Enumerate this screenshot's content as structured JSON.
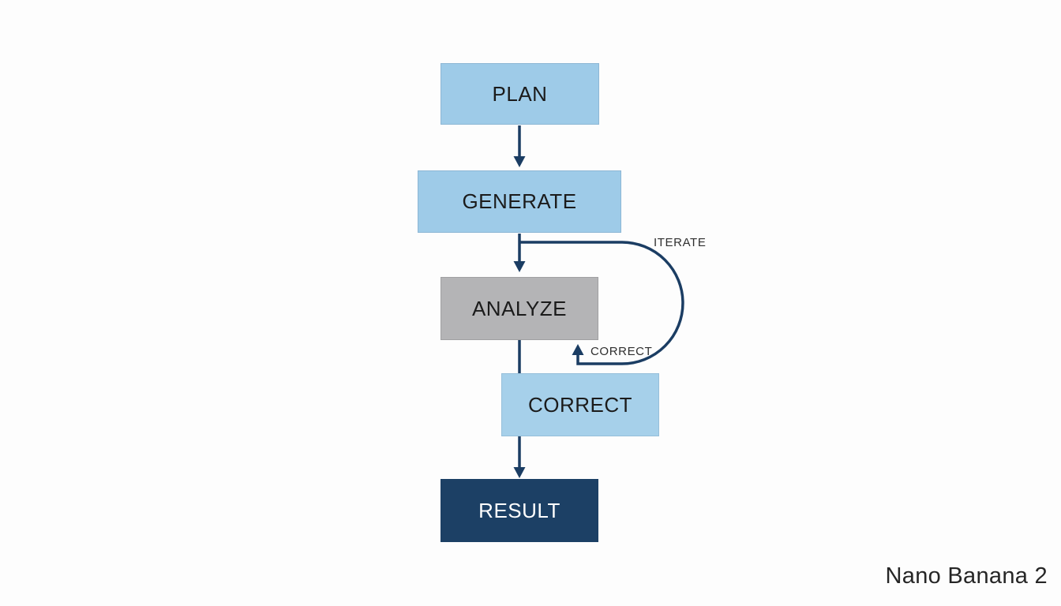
{
  "diagram": {
    "nodes": {
      "plan": {
        "label": "PLAN"
      },
      "generate": {
        "label": "GENERATE"
      },
      "analyze": {
        "label": "ANALYZE"
      },
      "correct": {
        "label": "CORRECT"
      },
      "result": {
        "label": "RESULT"
      }
    },
    "edge_labels": {
      "iterate": "ITERATE",
      "correct_feedback": "CORRECT"
    },
    "colors": {
      "light_blue_box": "#9ecbe8",
      "light_blue_box_correct": "#a6d0ea",
      "gray_box": "#b4b4b6",
      "navy_box": "#1c4065",
      "arrow": "#1b3d63",
      "result_text": "#ffffff",
      "box_text": "#1b1b1b"
    }
  },
  "footer": {
    "watermark": "Nano Banana 2"
  }
}
